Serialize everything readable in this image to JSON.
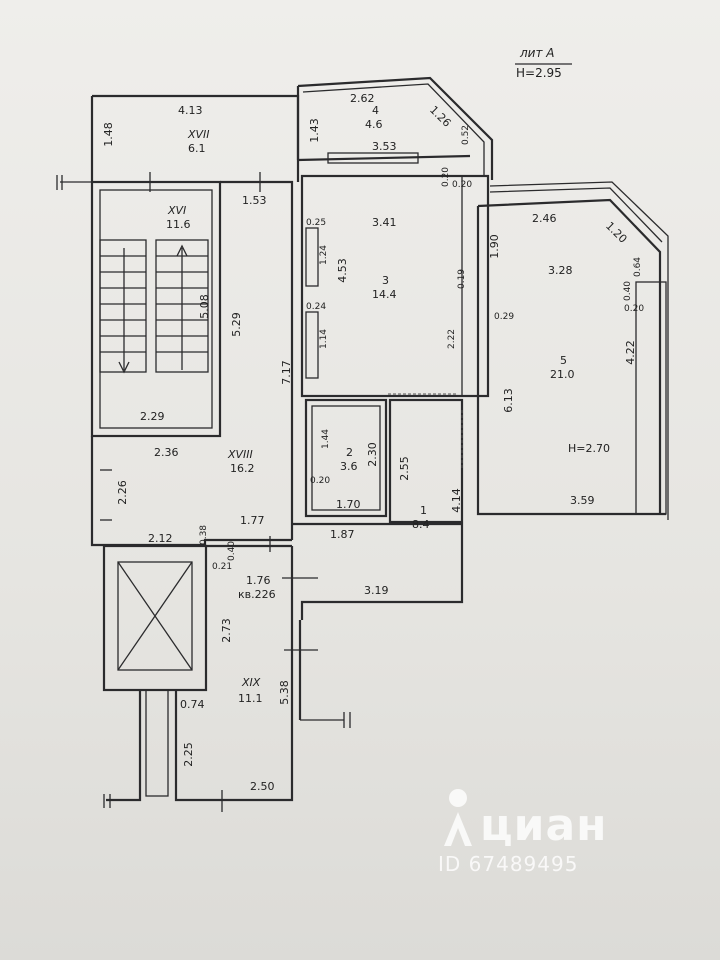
{
  "header": {
    "lit": "лит А",
    "height": "H=2.95"
  },
  "rooms": {
    "r4": {
      "num": "4",
      "area": "4.6"
    },
    "r17": {
      "num": "XVII",
      "area": "6.1"
    },
    "r16": {
      "num": "XVI",
      "area": "11.6"
    },
    "r3": {
      "num": "3",
      "area": "14.4"
    },
    "r5": {
      "num": "5",
      "area": "21.0",
      "height": "H=2.70"
    },
    "r18": {
      "num": "XVIII",
      "area": "16.2"
    },
    "r2": {
      "num": "2",
      "area": "3.6"
    },
    "r1": {
      "num": "1",
      "area": "8.4"
    },
    "r19": {
      "num": "XIX",
      "area": "11.1"
    },
    "apt": {
      "area": "1.76",
      "name": "кв.226"
    }
  },
  "dims": {
    "d413": "4.13",
    "d148": "1.48",
    "d262": "2.62",
    "d143": "1.43",
    "d126": "1.26",
    "d052": "0.52",
    "d353": "3.53",
    "d020a": "0.20",
    "d020b": "0.20",
    "d153": "1.53",
    "d246": "2.46",
    "d120": "1.20",
    "d190": "1.90",
    "d328": "3.28",
    "d064": "0.64",
    "d040": "0.40",
    "d020c": "0.20",
    "d029": "0.29",
    "d025": "0.25",
    "d341": "3.41",
    "d124": "1.24",
    "d453": "4.53",
    "d019": "0.19",
    "d024": "0.24",
    "d114": "1.14",
    "d222": "2.22",
    "d508": "5.08",
    "d529": "5.29",
    "d717": "7.17",
    "d613": "6.13",
    "d422": "4.22",
    "d229": "2.29",
    "d236": "2.36",
    "d144": "1.44",
    "d230": "2.30",
    "d255": "2.55",
    "d020d": "0.20",
    "d170": "1.70",
    "d414": "4.14",
    "d359": "3.59",
    "d226": "2.26",
    "d212": "2.12",
    "d038": "0.38",
    "d177": "1.77",
    "d187": "1.87",
    "d040b": "0.40",
    "d021": "0.21",
    "d319": "3.19",
    "d273": "2.73",
    "d538": "5.38",
    "d074": "0.74",
    "d225": "2.25",
    "d250": "2.50"
  },
  "watermark": {
    "brand": "циан",
    "id": "ID 67489495"
  }
}
